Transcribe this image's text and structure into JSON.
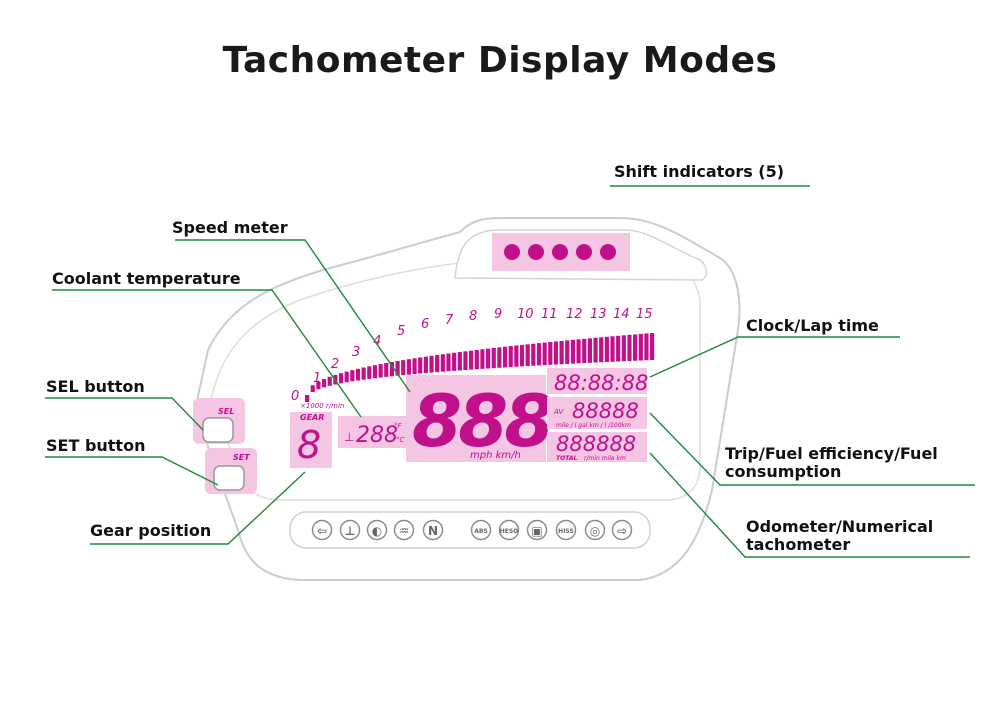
{
  "title": "Tachometer Display Modes",
  "callouts": {
    "shift": "Shift indicators (5)",
    "speed": "Speed meter",
    "coolant": "Coolant temperature",
    "sel": "SEL button",
    "set": "SET button",
    "gear": "Gear position",
    "clock": "Clock/Lap time",
    "trip_line1": "Trip/Fuel efficiency/Fuel",
    "trip_line2": "consumption",
    "odo_line1": "Odometer/Numerical",
    "odo_line2": "tachometer"
  },
  "dash": {
    "rpm_ticks": [
      "0",
      "1",
      "2",
      "3",
      "4",
      "5",
      "6",
      "7",
      "8",
      "9",
      "10",
      "11",
      "12",
      "13",
      "14",
      "15"
    ],
    "rpm_unit": "×1000 r/min",
    "gear_label": "GEAR",
    "gear_value": "8",
    "coolant_value": "288",
    "coolant_unit_f": "°F",
    "coolant_unit_c": "°C",
    "speed_value": "888",
    "speed_unit": "mph km/h",
    "clock_value": "88:88:88",
    "trip_value": "88888",
    "trip_tag": "AV",
    "trip_unit": "mile / l gal km / l /100km",
    "odo_value": "888888",
    "odo_tag": "TOTAL",
    "odo_unit": "r/min mile km",
    "sel_label": "SEL",
    "set_label": "SET",
    "shift_lights_count": 5,
    "indicator_icons": [
      "turn-left-icon",
      "coolant-warning-icon",
      "headlight-icon",
      "oil-pressure-icon",
      "neutral-icon",
      "abs-icon",
      "heso-icon",
      "fuel-icon",
      "hiss-icon",
      "engine-check-icon",
      "turn-right-icon"
    ],
    "indicator_texts": {
      "neutral": "N",
      "abs": "ABS",
      "heso": "HESO",
      "hiss": "HISS"
    }
  },
  "colors": {
    "lcd_pink": "#c0108a",
    "lcd_bg": "#f4c6e3",
    "leader_green": "#1f8a3c",
    "housing_stroke": "#cccccc"
  }
}
